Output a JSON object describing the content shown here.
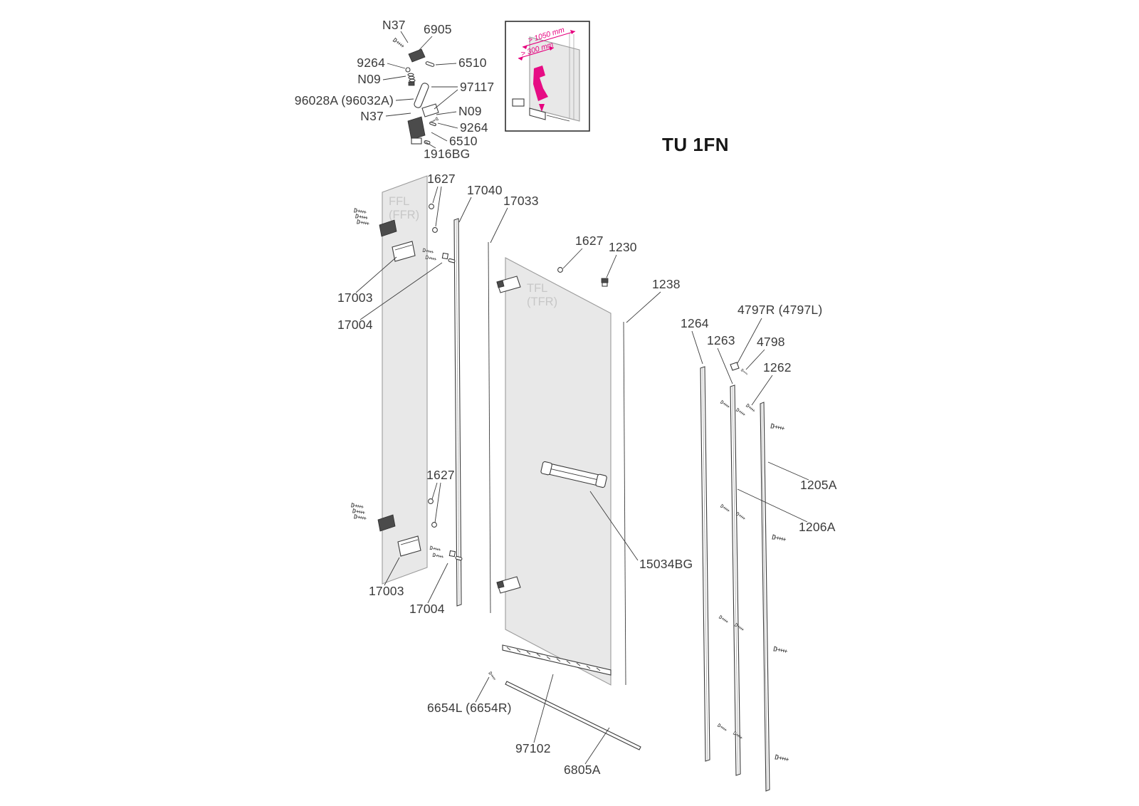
{
  "title": "TU 1FN",
  "colors": {
    "accent": "#e6007e",
    "line": "#3b3b3b",
    "panel": "#e8e8e8",
    "panel_label": "#c7c7c7"
  },
  "inset": {
    "dim_large": "> 1050 mm",
    "dim_small": "> 300 mm"
  },
  "hinge": {
    "n37_upper": "N37",
    "s6905": "6905",
    "s9264_upper": "9264",
    "s6510_upper": "6510",
    "n09_upper": "N09",
    "s97117": "97117",
    "s96028a": "96028A (96032A)",
    "n37_lower": "N37",
    "n09_lower": "N09",
    "s9264_lower": "9264",
    "s6510_lower": "6510",
    "s1916bg": "1916BG"
  },
  "fixed_panel": {
    "code_line1": "FFL",
    "code_line2": "(FFR)",
    "s1627_top": "1627",
    "s17040": "17040",
    "s17033": "17033",
    "s17003_top": "17003",
    "s17004_top": "17004",
    "s1627_bottom": "1627",
    "s17003_bottom": "17003",
    "s17004_bottom": "17004"
  },
  "door_panel": {
    "code_line1": "TFL",
    "code_line2": "(TFR)",
    "s1627": "1627",
    "s1230": "1230",
    "s1238": "1238",
    "s15034bg": "15034BG",
    "s6654": "6654L (6654R)",
    "s97102": "97102",
    "s6805a": "6805A"
  },
  "wall_profiles": {
    "s1264": "1264",
    "s1263": "1263",
    "s4797": "4797R (4797L)",
    "s4798": "4798",
    "s1262": "1262",
    "s1205a": "1205A",
    "s1206a": "1206A"
  }
}
